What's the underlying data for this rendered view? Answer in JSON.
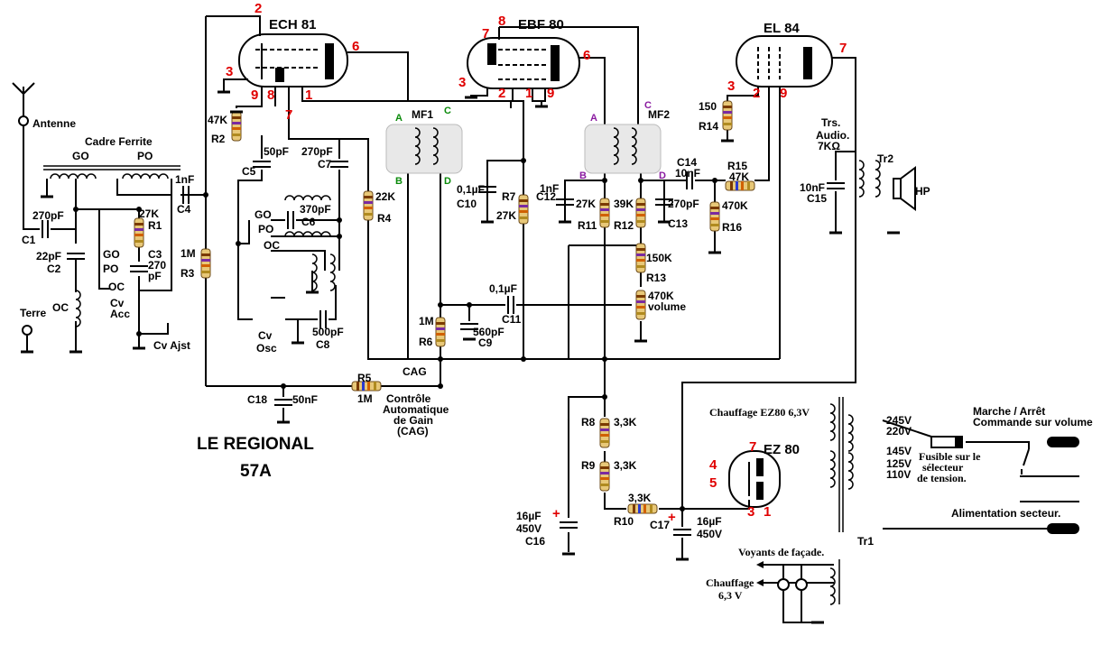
{
  "title": {
    "line1": "LE REGIONAL",
    "line2": "57A"
  },
  "tubes": {
    "ech81": "ECH 81",
    "ebf80": "EBF 80",
    "el84": "EL 84",
    "ez80": "EZ 80"
  },
  "pins": {
    "ech_2": "2",
    "ech_3": "3",
    "ech_6": "6",
    "ech_9": "9",
    "ech_8": "8",
    "ech_1": "1",
    "ech_7": "7",
    "ebf_8": "8",
    "ebf_7": "7",
    "ebf_6": "6",
    "ebf_3": "3",
    "ebf_2": "2",
    "ebf_1": "1",
    "ebf_9": "9",
    "el_7": "7",
    "el_3": "3",
    "el_2": "2",
    "el_9": "9",
    "ez_4": "4",
    "ez_5": "5",
    "ez_7": "7",
    "ez_3": "3",
    "ez_1": "1"
  },
  "antenna": {
    "antenne": "Antenne",
    "terre": "Terre",
    "cadre": "Cadre Ferrite",
    "go": "GO",
    "po": "PO",
    "oc": "OC"
  },
  "switch": {
    "go": "GO",
    "po": "PO",
    "oc": "OC"
  },
  "components": {
    "c1": "C1",
    "c1v": "270pF",
    "c2": "C2",
    "c2v": "22pF",
    "c3": "C3",
    "c3v1": "270",
    "c3v2": "pF",
    "r1": "R1",
    "r1v": "27K",
    "cv_acc1": "Cv",
    "cv_acc2": "Acc",
    "cv_ajst": "Cv Ajst",
    "c4": "C4",
    "c4v": "1nF",
    "r2": "R2",
    "r2v": "47K",
    "r3": "R3",
    "r3v": "1M",
    "c5": "C5",
    "c5v": "50pF",
    "c7": "C7",
    "c7v": "270pF",
    "c6": "C6",
    "c6v": "370pF",
    "cv_osc1": "Cv",
    "cv_osc2": "Osc",
    "c8": "C8",
    "c8v": "500pF",
    "r4": "R4",
    "r4v": "22K",
    "mf1": "MF1",
    "mf2": "MF2",
    "r7": "R7",
    "r7v": "27K",
    "c10": "C10",
    "c10v": "0,1µF",
    "r6": "R6",
    "r6v": "1M",
    "c9": "C9",
    "c9v": "560pF",
    "c11": "C11",
    "c11v": "0,1µF",
    "cag": "CAG",
    "c12": "C12",
    "c12v": "1nF",
    "r11": "R11",
    "r11v": "27K",
    "r12": "R12",
    "r12v": "39K",
    "c13": "C13",
    "c13v": "270pF",
    "r13": "R13",
    "r13v": "150K",
    "vol": "470K",
    "vol2": "volume",
    "c14": "C14",
    "c14v": "10nF",
    "r15": "R15",
    "r15v": "47K",
    "r16": "R16",
    "r16v": "470K",
    "r14": "R14",
    "r14v": "150",
    "c15": "C15",
    "c15v": "10nF",
    "trs1": "Trs.",
    "trs2": "Audio.",
    "trs3": "7KΩ",
    "tr2": "Tr2",
    "hp": "HP",
    "r5": "R5",
    "r5v": "1M",
    "c18": "C18",
    "c18v": "50nF",
    "cag_full1": "Contrôle",
    "cag_full2": "Automatique",
    "cag_full3": "de Gain",
    "cag_full4": "(CAG)",
    "r8": "R8",
    "r8v": "3,3K",
    "r9": "R9",
    "r9v": "3,3K",
    "r10": "R10",
    "r10v": "3,3K",
    "c16a": "16µF",
    "c16b": "450V",
    "c16": "C16",
    "c17": "C17",
    "c17a": "16µF",
    "c17b": "450V",
    "tr1": "Tr1"
  },
  "power": {
    "chauffage_ez": "Chauffage EZ80 6,3V",
    "v245": "245V",
    "v220": "220V",
    "v145": "145V",
    "v125": "125V",
    "v110": "110V",
    "fusible1": "Fusible sur le",
    "fusible2": "sélecteur",
    "fusible3": "de tension.",
    "marche1": "Marche / Arrêt",
    "marche2": "Commande sur volume",
    "alim": "Alimentation secteur.",
    "voyants": "Voyants de façade.",
    "chauffage1": "Chauffage",
    "chauffage2": "6,3 V"
  },
  "mf_pins": {
    "a": "A",
    "b": "B",
    "c": "C",
    "d": "D"
  },
  "colors": {
    "pin": "#e00000",
    "mf1": "#0a8a0a",
    "mf2": "#8a1aa0"
  }
}
